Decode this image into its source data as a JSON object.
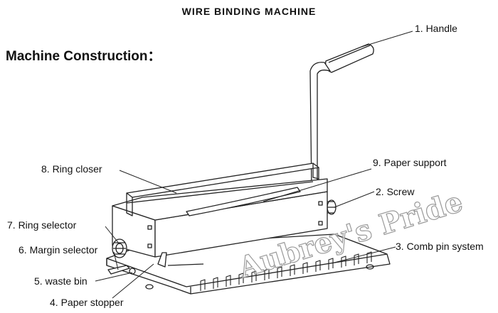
{
  "title": "WIRE BINDING MACHINE",
  "subtitle": "Machine Construction：",
  "watermark": "Aubrey's Pride",
  "labels": {
    "handle": "1. Handle",
    "screw": "2. Screw",
    "comb_pin": "3. Comb pin system",
    "paper_stopper": "4. Paper stopper",
    "waste_bin": "5. waste bin",
    "margin_selector": "6. Margin selector",
    "ring_selector": "7. Ring selector",
    "ring_closer": "8. Ring closer",
    "paper_support": "9. Paper support"
  }
}
